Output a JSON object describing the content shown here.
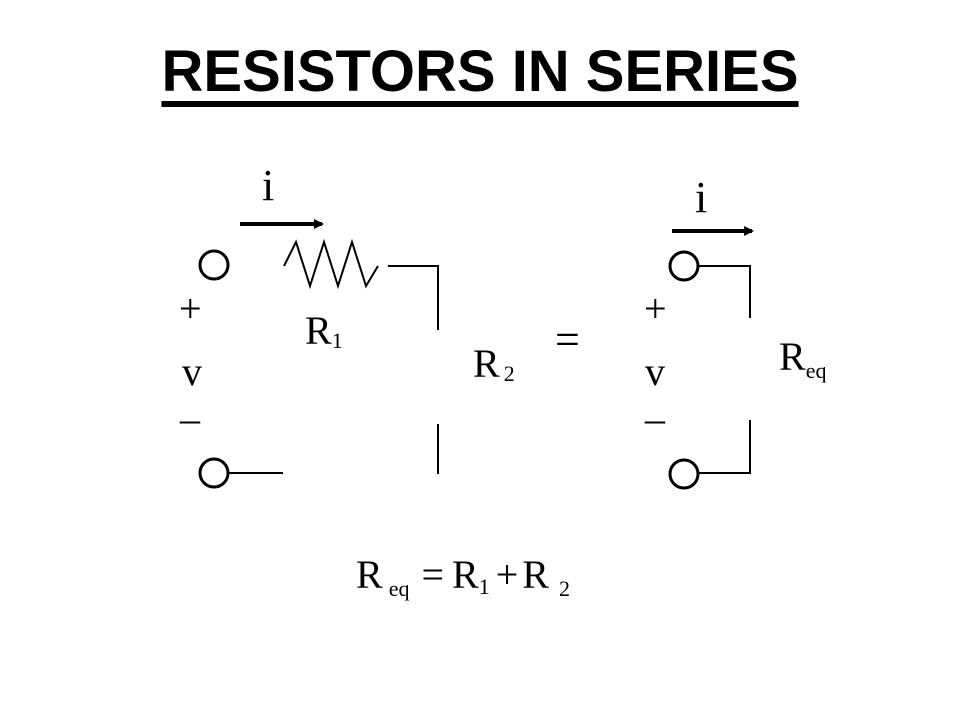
{
  "title": "RESISTORS IN SERIES",
  "left_circuit": {
    "current": "i",
    "plus": "+",
    "voltage": "v",
    "minus": "–",
    "r1": {
      "base": "R",
      "sub": "1"
    },
    "r2": {
      "base": "R",
      "sub": "2"
    }
  },
  "equals": "=",
  "right_circuit": {
    "current": "i",
    "plus": "+",
    "voltage": "v",
    "minus": "–",
    "req": {
      "base": "R",
      "sub": "eq"
    }
  },
  "formula": {
    "req_base": "R",
    "req_sub": "eq",
    "eq": "=",
    "r1_base": "R",
    "r1_sub": "1",
    "plus": "+",
    "r2_base": "R",
    "r2_sub": "2"
  }
}
